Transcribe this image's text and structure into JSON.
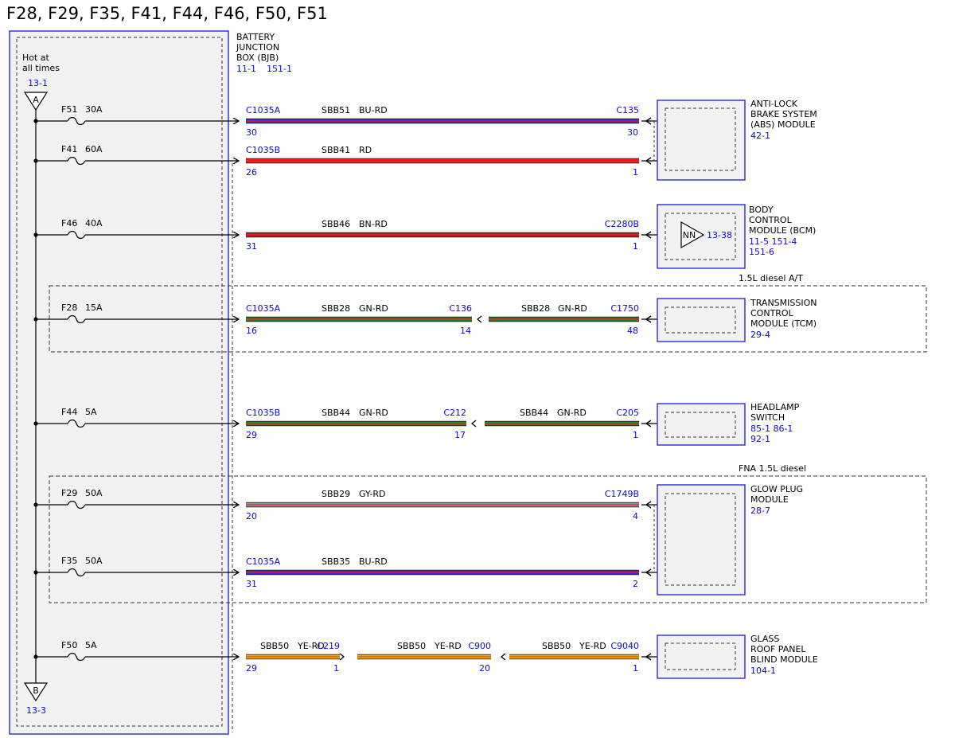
{
  "title": "F28, F29, F35, F41, F44, F46, F50, F51",
  "bjb": {
    "lines": [
      "BATTERY",
      "JUNCTION",
      "BOX (BJB)"
    ],
    "ref1": "11-1",
    "ref2": "151-1"
  },
  "hot": {
    "lines": [
      "Hot at",
      "all times"
    ],
    "top_ref": "13-1",
    "top_letter": "A",
    "bottom_letter": "B",
    "bottom_ref": "13-3"
  },
  "options": {
    "tcm": "1.5L diesel A/T",
    "glow": "FNA 1.5L diesel"
  },
  "circuits": [
    {
      "id": "f51",
      "fuse": "F51",
      "amps": "30A",
      "wires": [
        {
          "conn": "C1035A",
          "pin": "30",
          "circuit": "SBB51",
          "color": "BU-RD",
          "end_conn": "C135",
          "end_pin": "30"
        }
      ]
    },
    {
      "id": "f41",
      "fuse": "F41",
      "amps": "60A",
      "wires": [
        {
          "conn": "C1035B",
          "pin": "26",
          "circuit": "SBB41",
          "color": "RD",
          "end_conn": "",
          "end_pin": "1"
        }
      ]
    },
    {
      "id": "f46",
      "fuse": "F46",
      "amps": "40A",
      "wires": [
        {
          "conn": "",
          "pin": "31",
          "circuit": "SBB46",
          "color": "BN-RD",
          "end_conn": "C2280B",
          "end_pin": "1"
        }
      ]
    },
    {
      "id": "f28",
      "fuse": "F28",
      "amps": "15A",
      "wires": [
        {
          "conn": "C1035A",
          "pin": "16",
          "circuit": "SBB28",
          "color": "GN-RD",
          "end_conn": "C136",
          "end_pin": "14"
        },
        {
          "conn": "",
          "pin": "",
          "circuit": "SBB28",
          "color": "GN-RD",
          "end_conn": "C1750",
          "end_pin": "48"
        }
      ]
    },
    {
      "id": "f44",
      "fuse": "F44",
      "amps": "5A",
      "wires": [
        {
          "conn": "C1035B",
          "pin": "29",
          "circuit": "SBB44",
          "color": "GN-RD",
          "end_conn": "C212",
          "end_pin": "17"
        },
        {
          "conn": "",
          "pin": "",
          "circuit": "SBB44",
          "color": "GN-RD",
          "end_conn": "C205",
          "end_pin": "1"
        }
      ]
    },
    {
      "id": "f29",
      "fuse": "F29",
      "amps": "50A",
      "wires": [
        {
          "conn": "",
          "pin": "20",
          "circuit": "SBB29",
          "color": "GY-RD",
          "end_conn": "C1749B",
          "end_pin": "4"
        }
      ]
    },
    {
      "id": "f35",
      "fuse": "F35",
      "amps": "50A",
      "wires": [
        {
          "conn": "C1035A",
          "pin": "31",
          "circuit": "SBB35",
          "color": "BU-RD",
          "end_conn": "",
          "end_pin": "2"
        }
      ]
    },
    {
      "id": "f50",
      "fuse": "F50",
      "amps": "5A",
      "wires": [
        {
          "conn": "",
          "pin": "29",
          "circuit": "SBB50",
          "color": "YE-RD",
          "end_conn": "C219",
          "end_pin": "1"
        },
        {
          "conn": "",
          "pin": "",
          "circuit": "SBB50",
          "color": "YE-RD",
          "end_conn": "C900",
          "end_pin": "20"
        },
        {
          "conn": "",
          "pin": "",
          "circuit": "SBB50",
          "color": "YE-RD",
          "end_conn": "C9040",
          "end_pin": "1"
        }
      ]
    }
  ],
  "modules": [
    {
      "id": "abs",
      "lines": [
        "ANTI-LOCK",
        "BRAKE SYSTEM",
        "(ABS) MODULE"
      ],
      "refs": [
        "42-1"
      ]
    },
    {
      "id": "bcm",
      "lines": [
        "BODY",
        "CONTROL",
        "MODULE (BCM)"
      ],
      "refs": [
        "11-5   151-4",
        "151-6"
      ],
      "inner_label": "NN",
      "inner_ref": "13-38"
    },
    {
      "id": "tcm",
      "lines": [
        "TRANSMISSION",
        "CONTROL",
        "MODULE (TCM)"
      ],
      "refs": [
        "29-4"
      ]
    },
    {
      "id": "headlamp",
      "lines": [
        "HEADLAMP",
        "SWITCH"
      ],
      "refs": [
        "85-1   86-1",
        "92-1"
      ]
    },
    {
      "id": "glow",
      "lines": [
        "GLOW PLUG",
        "MODULE"
      ],
      "refs": [
        "28-7"
      ]
    },
    {
      "id": "glass",
      "lines": [
        "GLASS",
        "ROOF PANEL",
        "BLIND MODULE"
      ],
      "refs": [
        "104-1"
      ]
    }
  ],
  "wire_colors": {
    "BU-RD": {
      "base": "#3a2bd6",
      "stripe": "#d42020"
    },
    "RD": {
      "base": "#ee1c1c",
      "stripe": "#ee1c1c"
    },
    "BN-RD": {
      "base": "#b81c20",
      "stripe": "#cc2222"
    },
    "GN-RD": {
      "base": "#2e7d1f",
      "stripe": "#c83030"
    },
    "GY-RD": {
      "base": "#9a8f8f",
      "stripe": "#d04040"
    },
    "YE-RD": {
      "base": "#f2b400",
      "stripe": "#d66010"
    }
  },
  "ref_color": "#0a0ad2",
  "box_color": "#2a2ad8"
}
